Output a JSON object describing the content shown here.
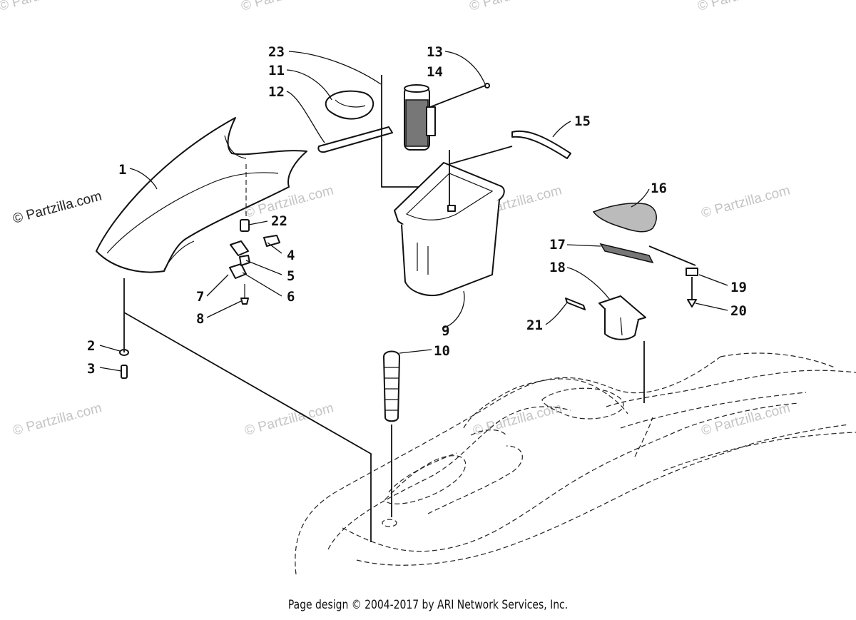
{
  "diagram": {
    "watermark_text": "© Partzilla.com",
    "callouts": [
      "1",
      "2",
      "3",
      "4",
      "5",
      "6",
      "7",
      "8",
      "9",
      "10",
      "11",
      "12",
      "13",
      "14",
      "15",
      "16",
      "17",
      "18",
      "19",
      "20",
      "21",
      "22",
      "23"
    ]
  },
  "footer": {
    "copyright": "Page design © 2004-2017 by ARI Network Services, Inc."
  }
}
